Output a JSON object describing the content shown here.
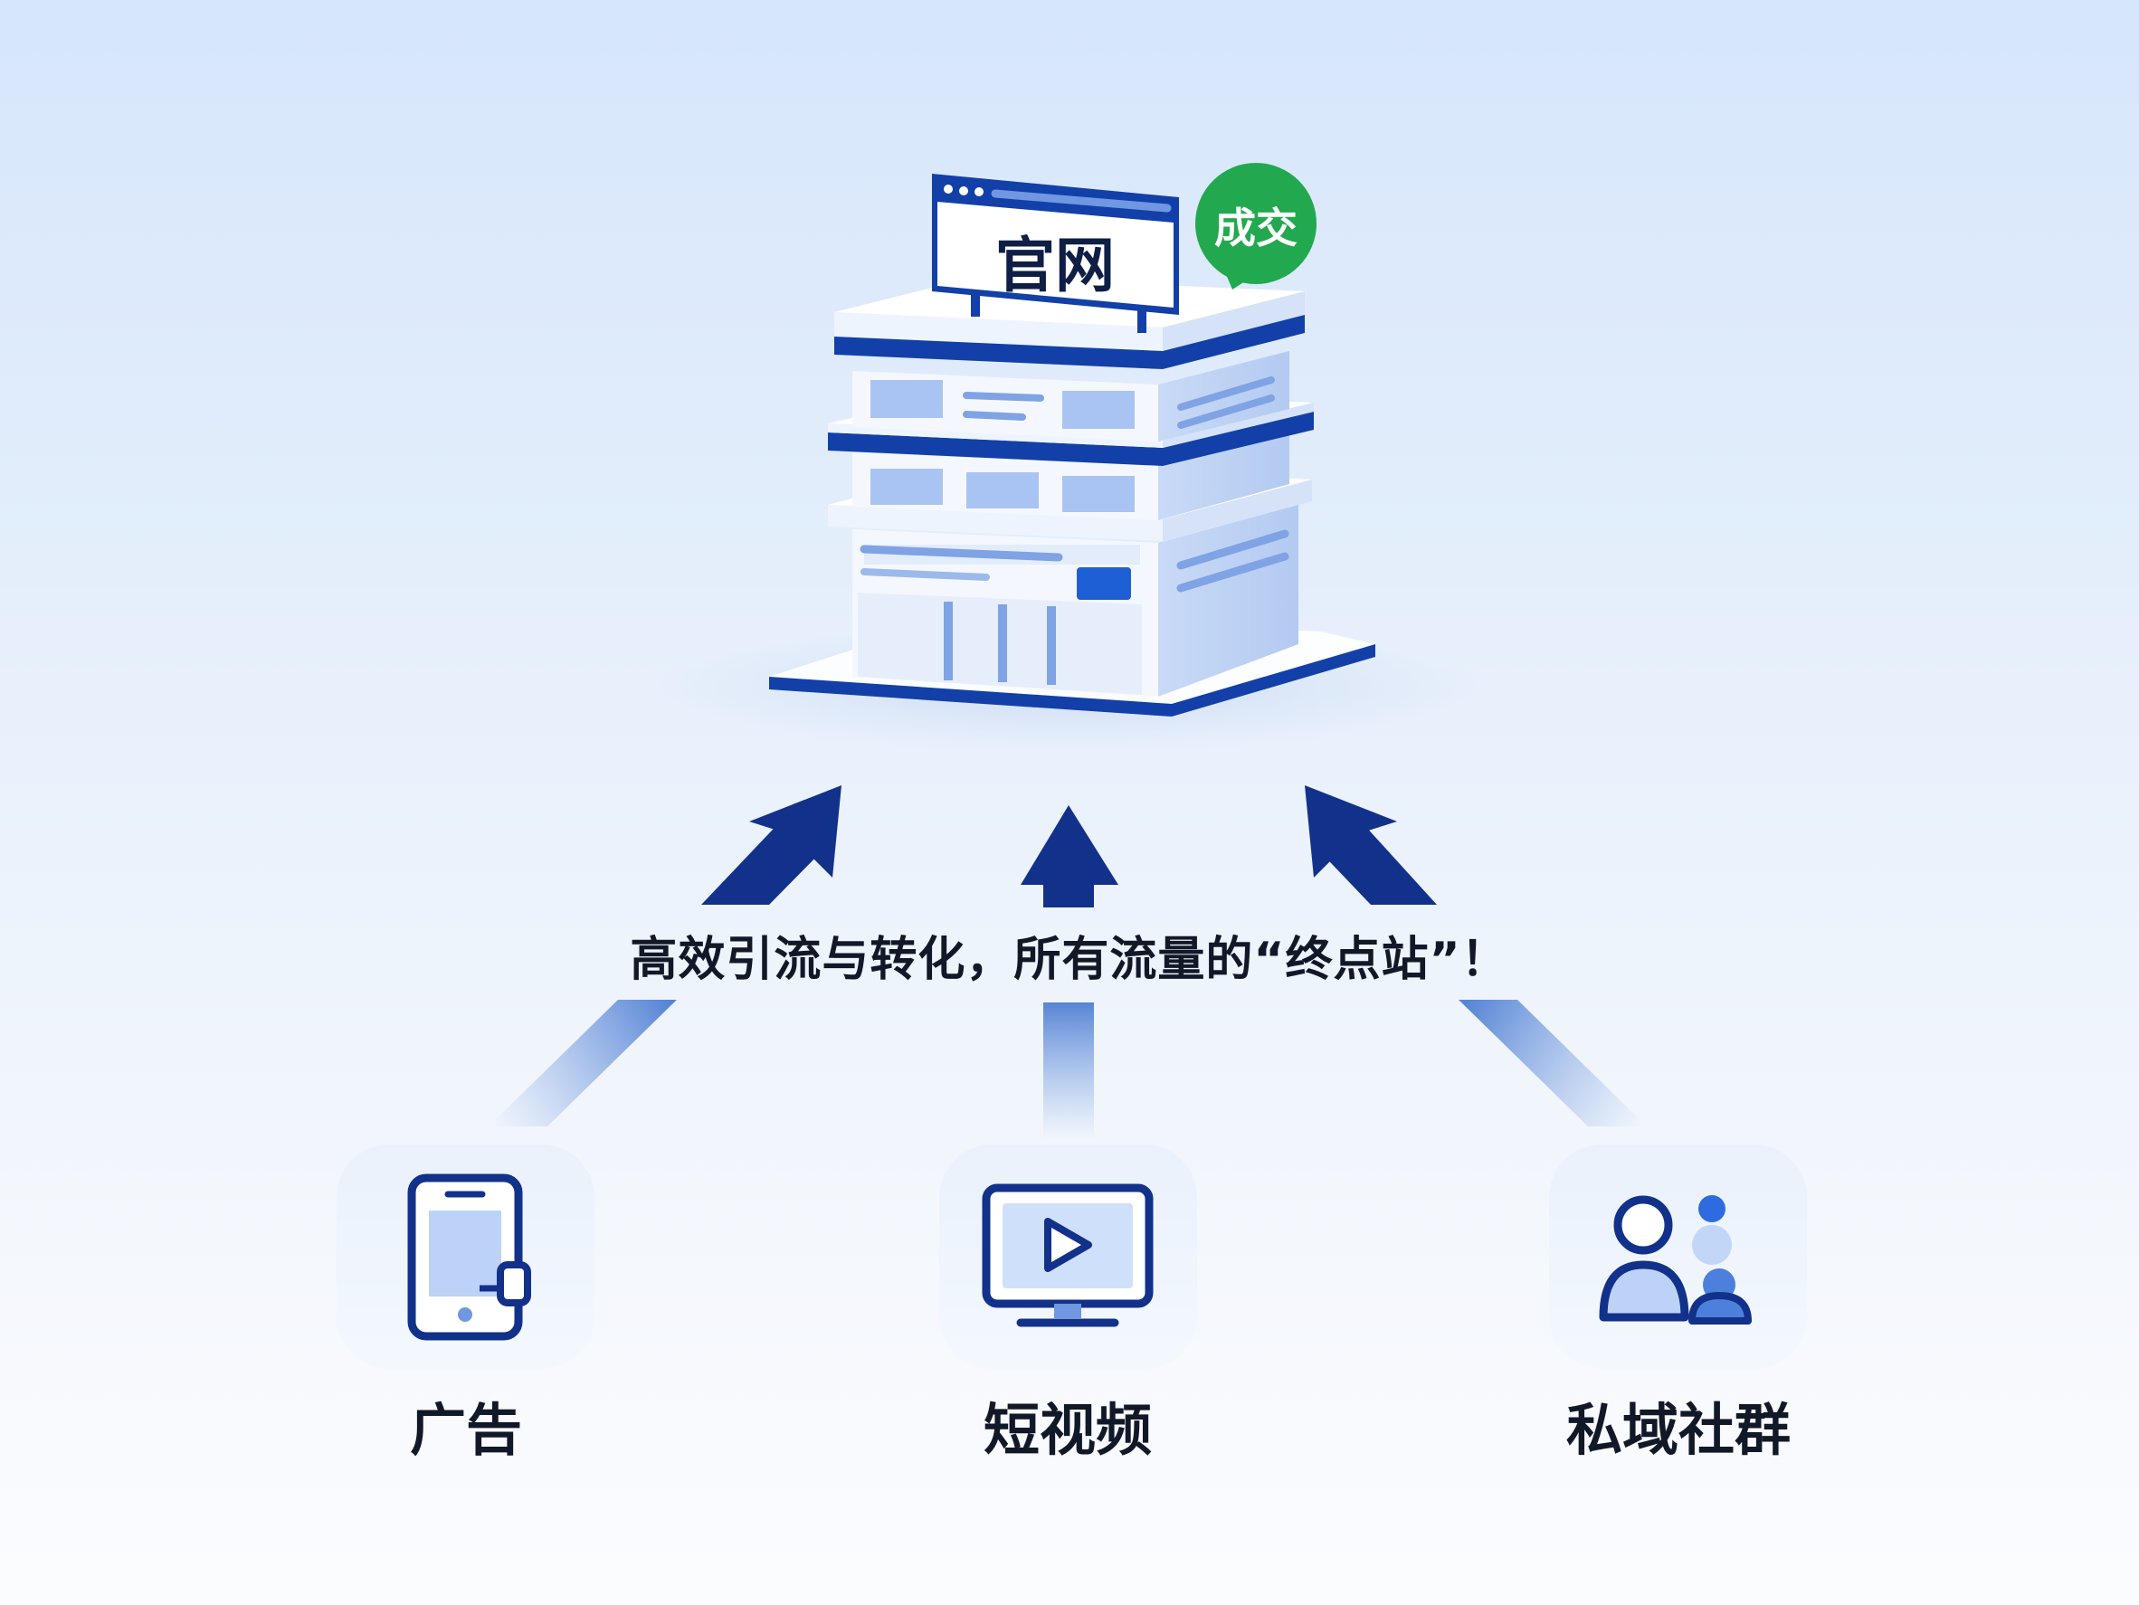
{
  "building": {
    "sign_label": "官网",
    "badge_label": "成交",
    "colors": {
      "navy": "#1240a8",
      "wall": "#f4f8fe",
      "window": "#a9c4f2",
      "badge": "#22a94f"
    }
  },
  "tagline": "高效引流与转化，所有流量的“终点站”！",
  "sources": [
    {
      "label": "广告",
      "icon": "smartphone-icon"
    },
    {
      "label": "短视频",
      "icon": "video-monitor-icon"
    },
    {
      "label": "私域社群",
      "icon": "user-group-icon"
    }
  ],
  "colors": {
    "arrow": "#12318a",
    "background": "#e4eefb"
  }
}
